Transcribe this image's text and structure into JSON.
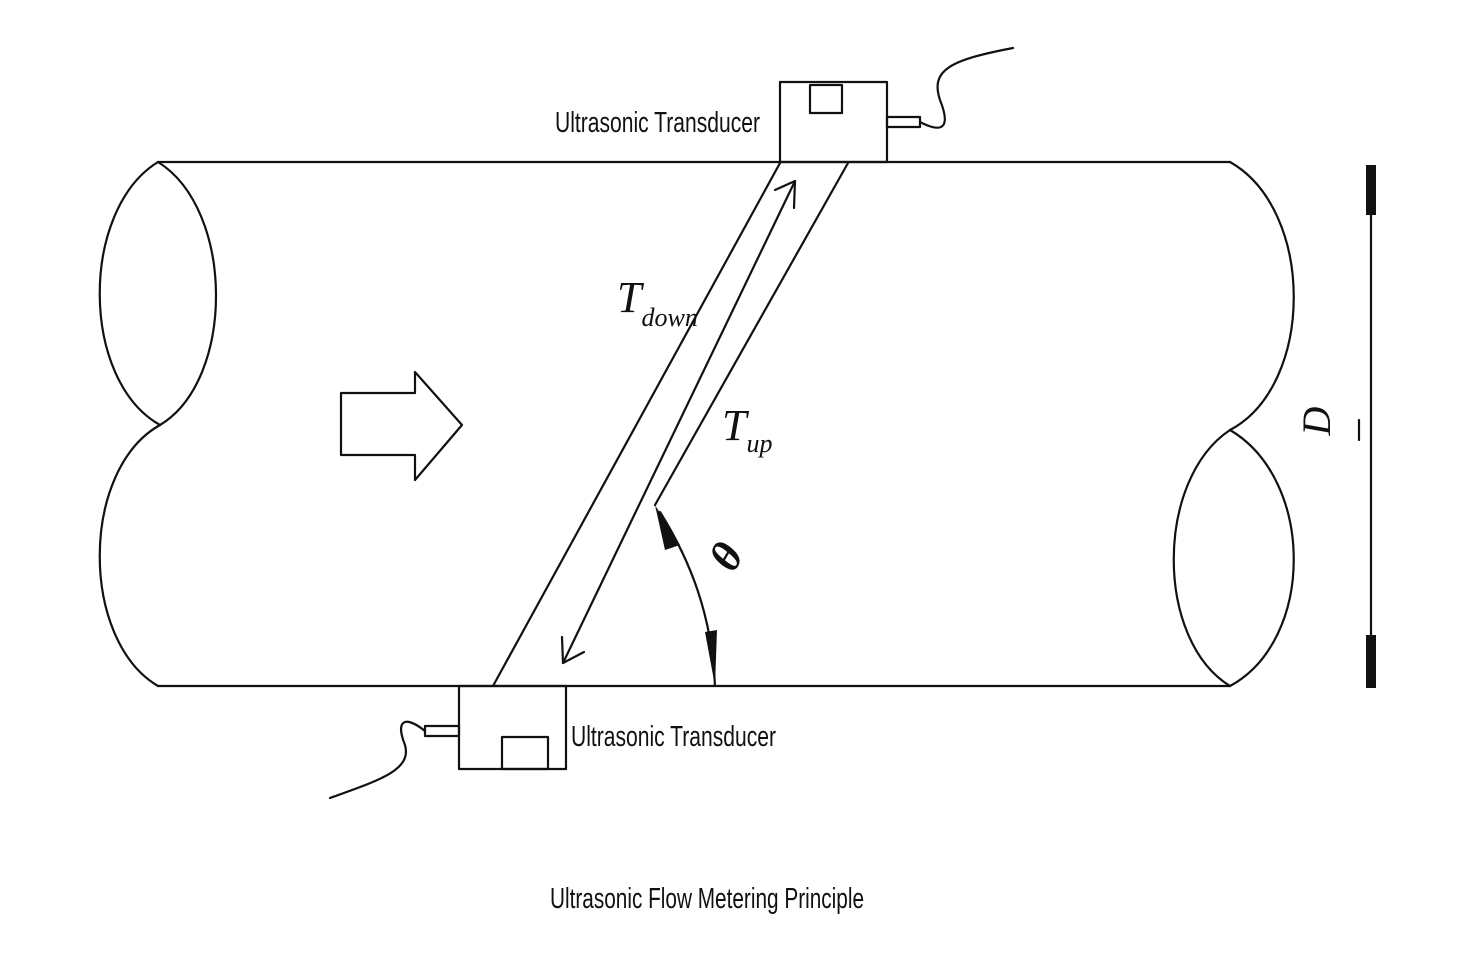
{
  "diagram": {
    "top_transducer_label": "Ultrasonic Transducer",
    "bottom_transducer_label": "Ultrasonic Transducer",
    "t_down_symbol": "T",
    "t_down_subscript": "down",
    "t_up_symbol": "T",
    "t_up_subscript": "up",
    "angle_symbol": "θ",
    "diameter_symbol": "D",
    "caption": "Ultrasonic Flow Metering Principle"
  }
}
